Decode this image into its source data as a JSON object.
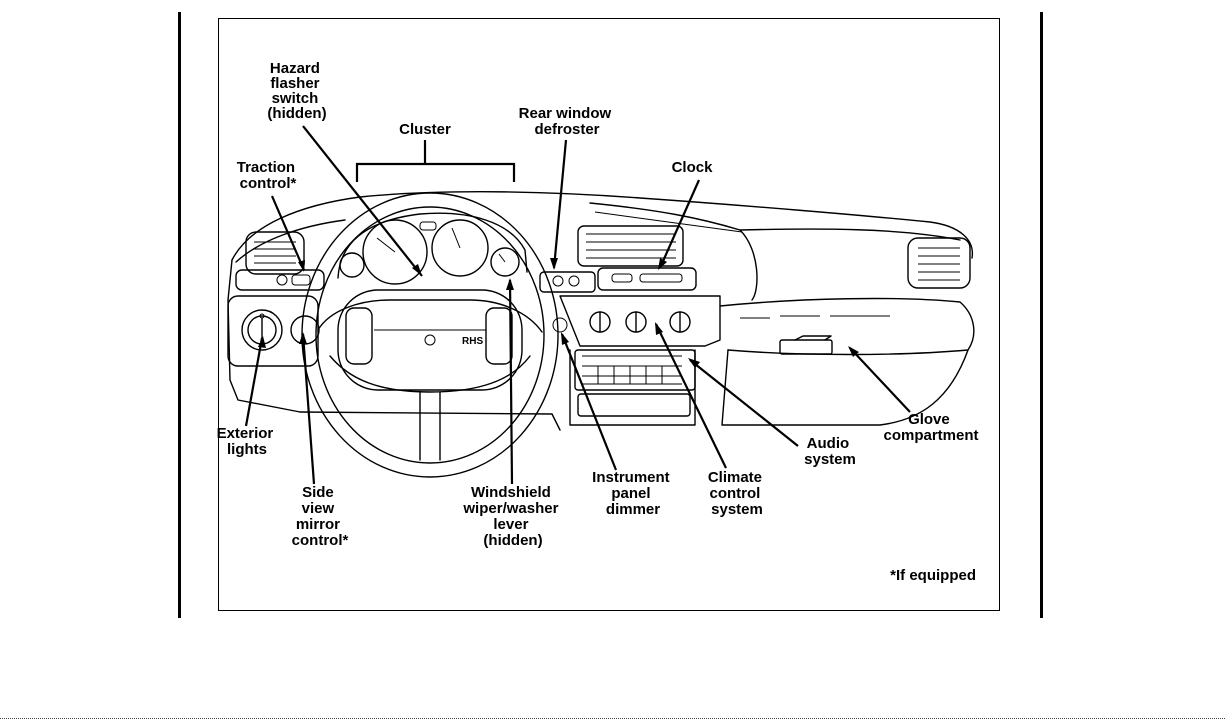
{
  "labels": {
    "hazard_flasher": [
      "Hazard",
      "flasher",
      "switch",
      "(hidden)"
    ],
    "cluster": [
      "Cluster"
    ],
    "rear_window_defroster": [
      "Rear window",
      "defroster"
    ],
    "traction_control": [
      "Traction",
      "control*"
    ],
    "clock": [
      "Clock"
    ],
    "exterior_lights": [
      "Exterior",
      "lights"
    ],
    "side_view_mirror": [
      "Side",
      "view",
      "mirror",
      "control*"
    ],
    "windshield_wiper": [
      "Windshield",
      "wiper/washer",
      "lever",
      "(hidden)"
    ],
    "instrument_panel_dimmer": [
      "Instrument",
      "panel",
      "dimmer"
    ],
    "climate_control": [
      "Climate",
      "control",
      "system"
    ],
    "audio_system": [
      "Audio",
      "system"
    ],
    "glove_compartment": [
      "Glove",
      "compartment"
    ]
  },
  "footnote": "*If equipped",
  "steering_wheel_badge": "RHS"
}
